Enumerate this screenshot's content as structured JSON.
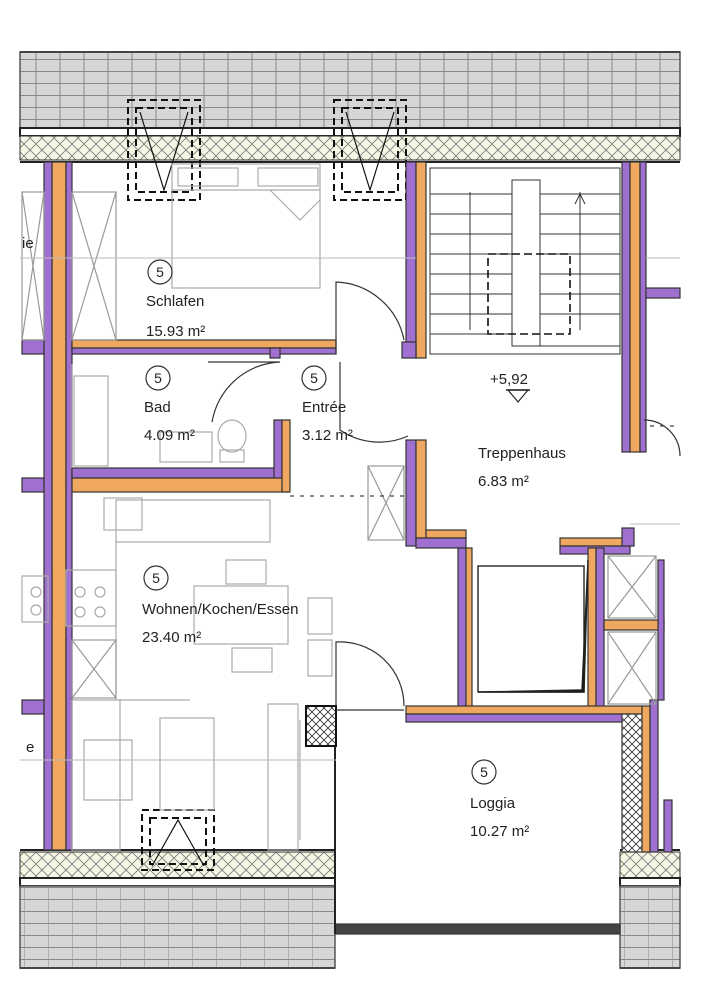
{
  "plan": {
    "rooms": [
      {
        "id": "schlafen",
        "number": "5",
        "name": "Schlafen",
        "area": "15.93 m²"
      },
      {
        "id": "bad",
        "number": "5",
        "name": "Bad",
        "area": "4.09 m²"
      },
      {
        "id": "entree",
        "number": "5",
        "name": "Entrée",
        "area": "3.12 m²"
      },
      {
        "id": "treppenhaus",
        "number": "",
        "name": "Treppenhaus",
        "area": "6.83 m²"
      },
      {
        "id": "wohnen",
        "number": "5",
        "name": "Wohnen/Kochen/Essen",
        "area": "23.40 m²"
      },
      {
        "id": "loggia",
        "number": "5",
        "name": "Loggia",
        "area": "10.27 m²"
      }
    ],
    "level_marker": "+5,92",
    "edge_labels": [
      "ie",
      "e"
    ]
  },
  "colors": {
    "wall_orange": "#f0a860",
    "wall_purple": "#a070d0",
    "roof_gray": "#d0d0d0",
    "insulation": "#f4f4e0",
    "line": "#333333"
  }
}
